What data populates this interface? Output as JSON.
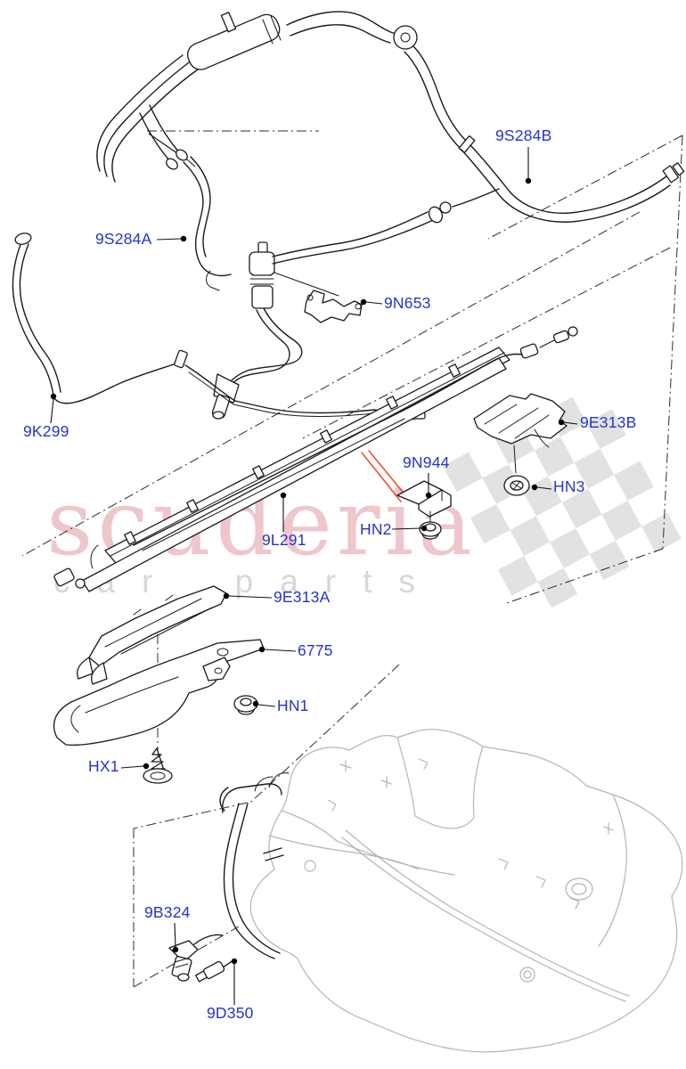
{
  "diagram": {
    "watermark": {
      "brand": "scuderia",
      "subtitle": "car parts"
    },
    "parts": [
      {
        "code": "9S284B"
      },
      {
        "code": "9S284A"
      },
      {
        "code": "9N653"
      },
      {
        "code": "9K299"
      },
      {
        "code": "9E313B"
      },
      {
        "code": "9N944"
      },
      {
        "code": "HN3"
      },
      {
        "code": "HN2"
      },
      {
        "code": "9L291"
      },
      {
        "code": "9E313A"
      },
      {
        "code": "6775"
      },
      {
        "code": "HN1"
      },
      {
        "code": "HX1"
      },
      {
        "code": "9B324"
      },
      {
        "code": "9D350"
      }
    ],
    "colors": {
      "label_blue": "#2334d0",
      "line_black": "#1a1a1a",
      "highlight_red": "#f04a28",
      "watermark_pink": "#eab9bf",
      "watermark_gray": "#d7d7d7",
      "tank_gray": "#b4b4b4",
      "checker_gray": "#e2e2e2"
    }
  }
}
